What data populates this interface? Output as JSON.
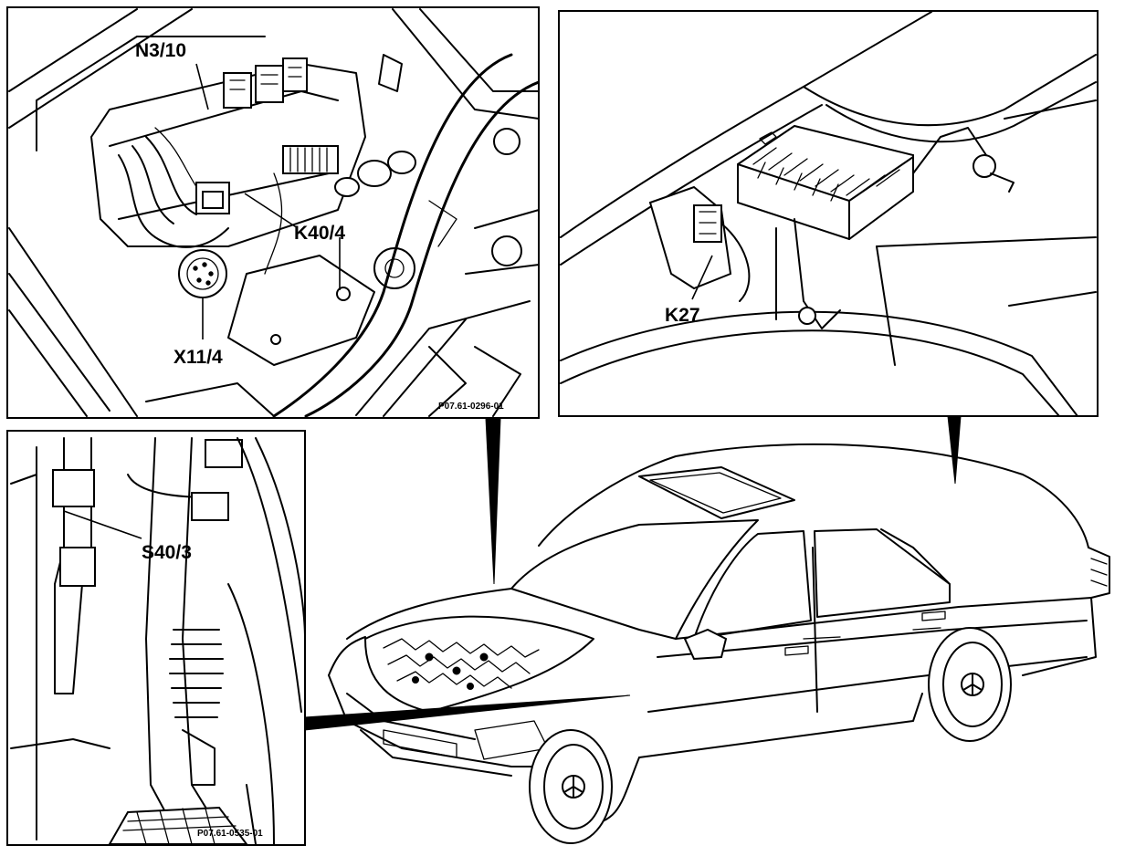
{
  "panels": {
    "engine_bay": {
      "ref_code": "P07.61-0296-01",
      "labels": [
        "N3/10",
        "K40/4",
        "X11/4"
      ]
    },
    "fuse_box": {
      "labels": [
        "K27"
      ]
    },
    "pedal_area": {
      "ref_code": "P07.61-0535-01",
      "labels": [
        "S40/3"
      ]
    }
  }
}
